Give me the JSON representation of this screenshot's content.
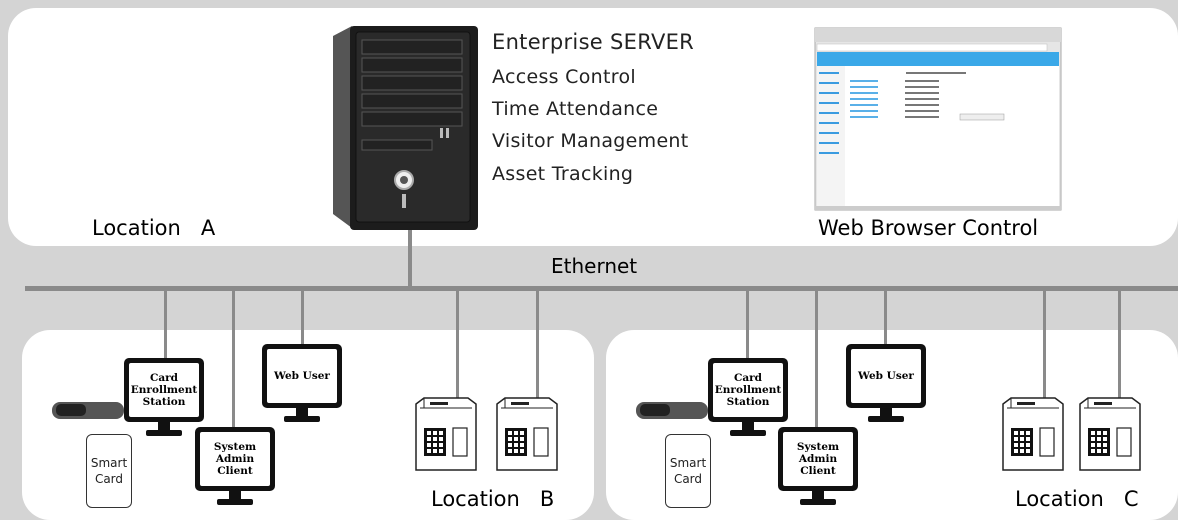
{
  "server": {
    "title": "Enterprise SERVER",
    "features": [
      "Access Control",
      "Time Attendance",
      "Visitor Management",
      "Asset Tracking"
    ]
  },
  "web_browser_label": "Web Browser Control",
  "network_label": "Ethernet",
  "locations": {
    "a": {
      "word": "Location",
      "letter": "A"
    },
    "b": {
      "word": "Location",
      "letter": "B"
    },
    "c": {
      "word": "Location",
      "letter": "C"
    }
  },
  "stations": {
    "card_enrollment": [
      "Card",
      "Enrollment",
      "Station"
    ],
    "system_admin": [
      "System",
      "Admin",
      "Client"
    ],
    "web_user": "Web User",
    "smart_card": [
      "Smart",
      "Card"
    ]
  },
  "colors": {
    "background": "#d4d4d4",
    "panel": "#ffffff",
    "line": "#8a8a8a",
    "browser_banner": "#3aa8e8"
  }
}
